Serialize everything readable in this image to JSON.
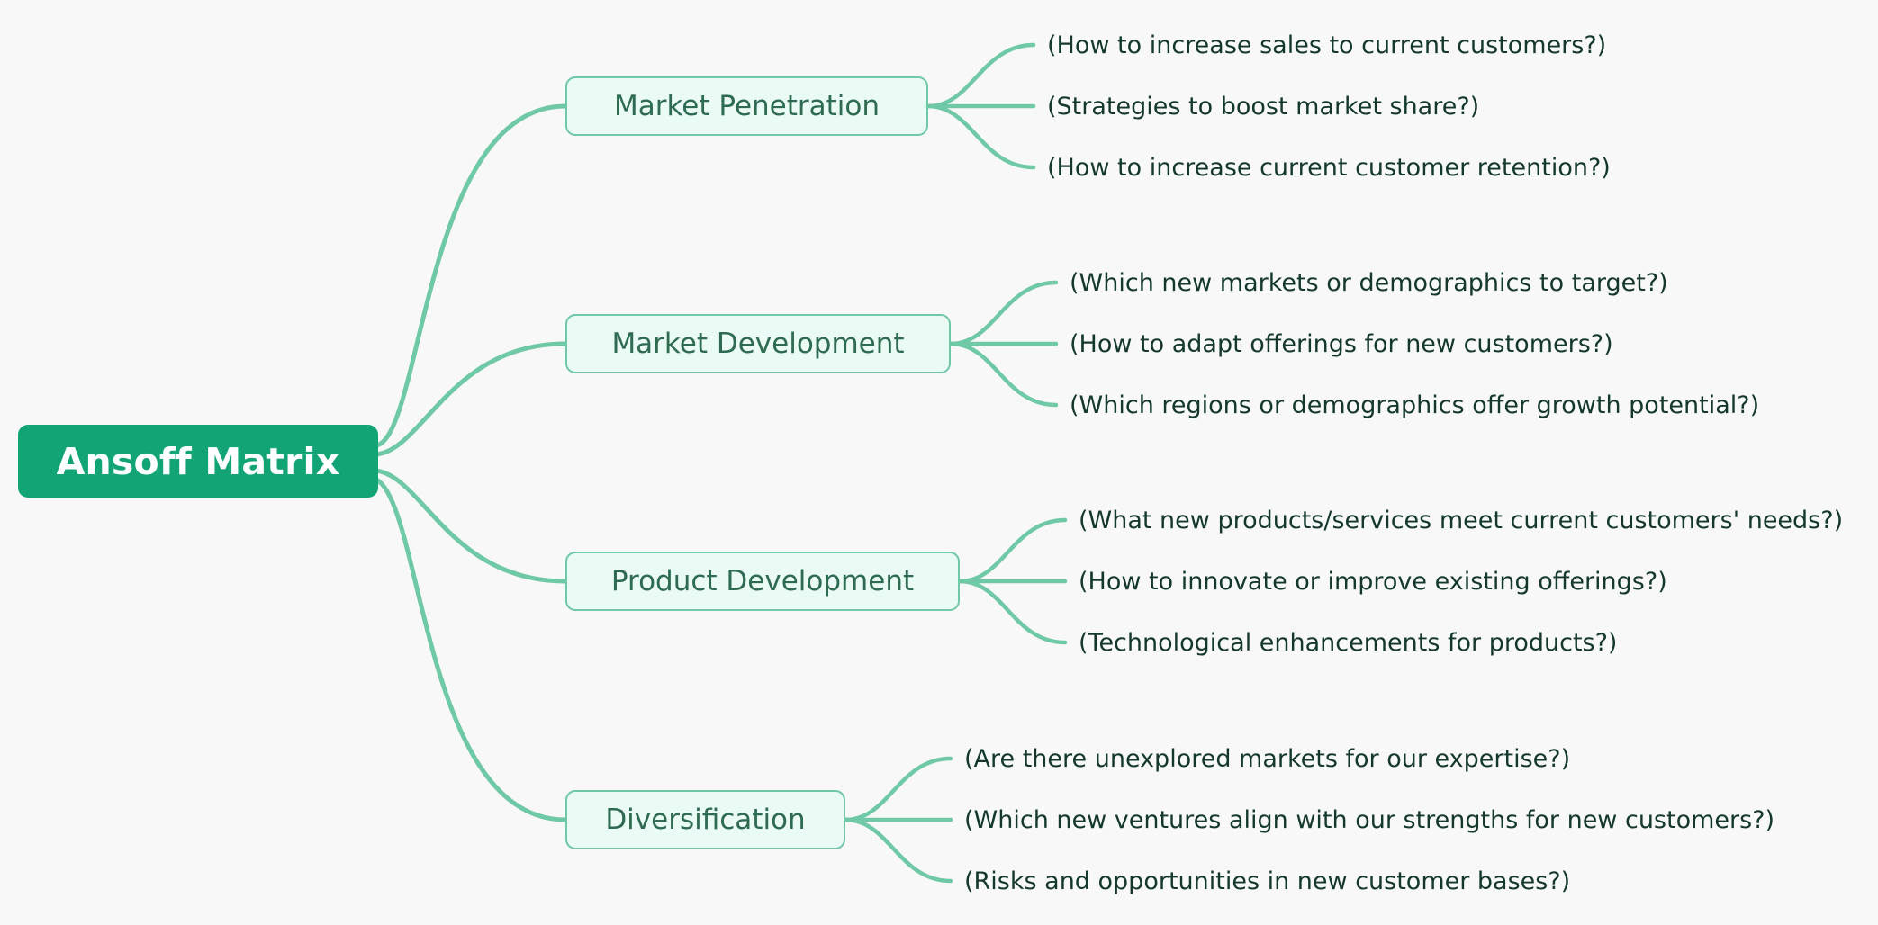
{
  "diagram": {
    "type": "mindmap",
    "background_color": "#F8F8F8",
    "root": {
      "label": "Ansoff Matrix",
      "fill": "#12A474",
      "text_color": "#FFFFFF"
    },
    "branch_style": {
      "fill": "#EAFAF4",
      "border_color": "#6FC8A6",
      "text_color": "#2E6B52"
    },
    "leaf_style": {
      "text_color": "#14392B"
    },
    "edge_color": "#6FC8A6",
    "branches": [
      {
        "label": "Market Penetration",
        "leaves": [
          "(How to increase sales to current customers?)",
          "(Strategies to boost market share?)",
          "(How to increase current customer retention?)"
        ]
      },
      {
        "label": "Market Development",
        "leaves": [
          "(Which new markets or demographics to target?)",
          "(How to adapt offerings for new customers?)",
          "(Which regions or demographics offer growth potential?)"
        ]
      },
      {
        "label": "Product Development",
        "leaves": [
          "(What new products/services meet current customers' needs?)",
          "(How to innovate or improve existing offerings?)",
          "(Technological enhancements for products?)"
        ]
      },
      {
        "label": "Diversification",
        "leaves": [
          "(Are there unexplored markets for our expertise?)",
          "(Which new ventures align with our strengths for new customers?)",
          "(Risks and opportunities in new customer bases?)"
        ]
      }
    ]
  }
}
